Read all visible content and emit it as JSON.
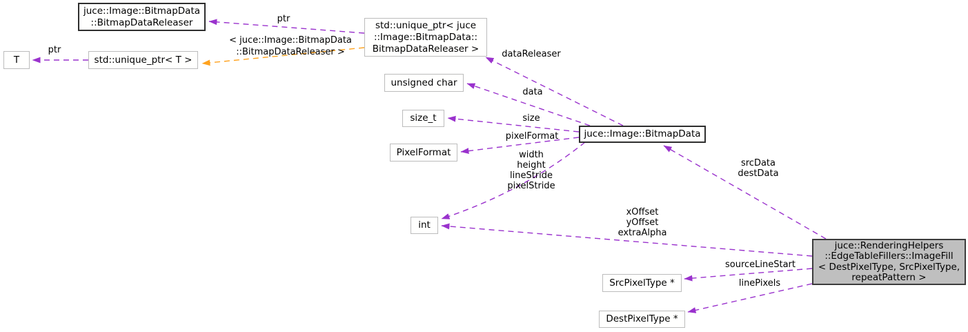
{
  "diagram": {
    "title": "juce::RenderingHelpers::EdgeTableFillers::ImageFill collaboration graph",
    "nodes": {
      "bitmap_data_releaser": "juce::Image::BitmapData\n::BitmapDataReleaser",
      "t": "T",
      "unique_ptr_t": "std::unique_ptr< T >",
      "unique_ptr_releaser": "std::unique_ptr< juce\n::Image::BitmapData::\nBitmapDataReleaser >",
      "unsigned_char": "unsigned char",
      "size_t": "size_t",
      "pixel_format": "PixelFormat",
      "bitmap_data": "juce::Image::BitmapData",
      "int": "int",
      "src_pixel_type": "SrcPixelType *",
      "dest_pixel_type": "DestPixelType *",
      "image_fill": "juce::RenderingHelpers\n::EdgeTableFillers::ImageFill\n< DestPixelType, SrcPixelType,\nrepeatPattern >"
    },
    "edge_labels": {
      "ptr_top": "ptr",
      "ptr_left": "ptr",
      "template_args": "< juce::Image::BitmapData\n::BitmapDataReleaser >",
      "data_releaser": "dataReleaser",
      "data": "data",
      "size": "size",
      "pixel_format": "pixelFormat",
      "dimensions": "width\nheight\nlineStride\npixelStride",
      "offsets": "xOffset\nyOffset\nextraAlpha",
      "src_dest_data": "srcData\ndestData",
      "source_line_start": "sourceLineStart",
      "line_pixels": "linePixels"
    },
    "colors": {
      "usage_edge": "#9a32cd",
      "template_edge": "#ffa21e",
      "highlight_fill": "#bfbfbf",
      "node_border": "#bcbcbc",
      "bold_border": "#2e2e2e"
    }
  }
}
